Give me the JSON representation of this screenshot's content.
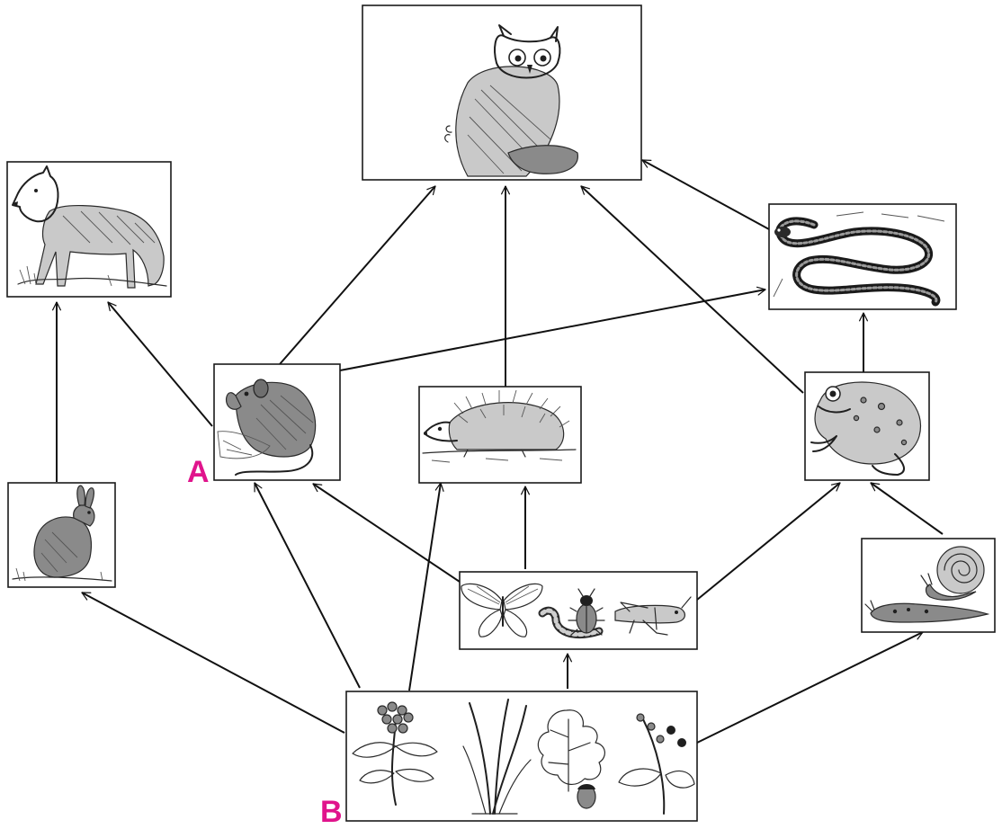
{
  "labels": {
    "a": "A",
    "b": "B"
  },
  "colors": {
    "label": "#e0148c",
    "ink": "#111111",
    "frame": "#1a1a1a"
  },
  "nodes": [
    {
      "id": "owl",
      "icon": "owl"
    },
    {
      "id": "wolf",
      "icon": "wolf"
    },
    {
      "id": "snake",
      "icon": "snake"
    },
    {
      "id": "mouse",
      "icon": "mouse"
    },
    {
      "id": "hedgehog",
      "icon": "hedgehog"
    },
    {
      "id": "toad",
      "icon": "toad"
    },
    {
      "id": "hare",
      "icon": "hare"
    },
    {
      "id": "insects",
      "icon": "butterfly-caterpillar-beetle-grasshopper"
    },
    {
      "id": "snails",
      "icon": "snail-slug"
    },
    {
      "id": "plants",
      "icon": "plants"
    }
  ],
  "arrows": [
    {
      "from": "hare",
      "to": "wolf"
    },
    {
      "from": "mouse",
      "to": "wolf"
    },
    {
      "from": "mouse",
      "to": "owl"
    },
    {
      "from": "hedgehog",
      "to": "owl"
    },
    {
      "from": "toad",
      "to": "owl"
    },
    {
      "from": "snake",
      "to": "owl"
    },
    {
      "from": "mouse",
      "to": "snake"
    },
    {
      "from": "toad",
      "to": "snake"
    },
    {
      "from": "plants",
      "to": "hare"
    },
    {
      "from": "plants",
      "to": "mouse"
    },
    {
      "from": "plants",
      "to": "hedgehog"
    },
    {
      "from": "insects",
      "to": "mouse"
    },
    {
      "from": "insects",
      "to": "hedgehog"
    },
    {
      "from": "insects",
      "to": "toad"
    },
    {
      "from": "snails",
      "to": "toad"
    },
    {
      "from": "plants",
      "to": "insects"
    },
    {
      "from": "plants",
      "to": "snails"
    }
  ]
}
